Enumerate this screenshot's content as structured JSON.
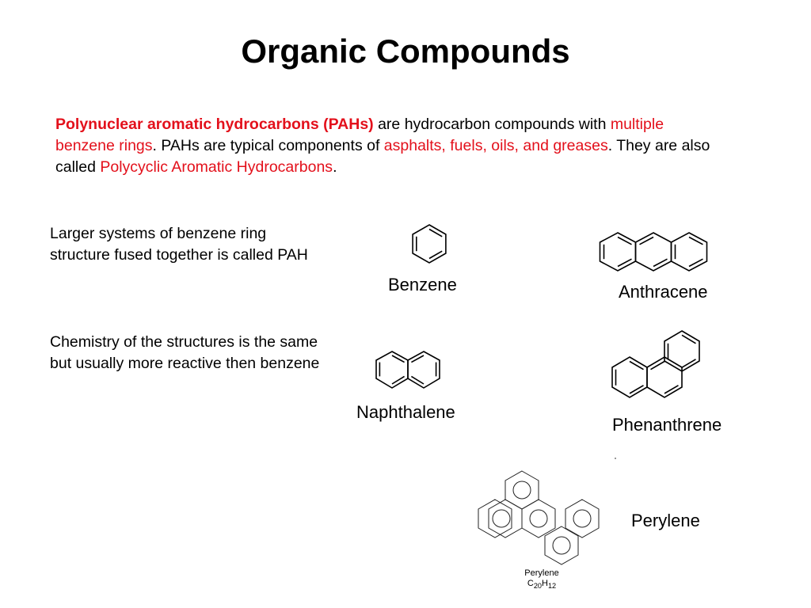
{
  "title": "Organic Compounds",
  "intro": {
    "s1": "Polynuclear aromatic hydrocarbons (PAHs)",
    "s2": " are hydrocarbon compounds with ",
    "s3": "multiple benzene rings",
    "s4": ". PAHs are typical components of ",
    "s5": "asphalts, fuels, oils, and greases",
    "s6": ". They are also called ",
    "s7": "Polycyclic Aromatic Hydrocarbons",
    "s8": "."
  },
  "notes": {
    "larger": "Larger systems of benzene ring structure fused together is called PAH",
    "chemistry": "Chemistry of the structures is the same but usually more reactive then benzene"
  },
  "compounds": {
    "benzene": "Benzene",
    "anthracene": "Anthracene",
    "naphthalene": "Naphthalene",
    "phenanthrene": "Phenanthrene",
    "perylene": "Perylene"
  },
  "perylene_caption": {
    "name": "Perylene",
    "formula_c": "C",
    "formula_c_sub": "20",
    "formula_h": "H",
    "formula_h_sub": "12"
  },
  "colors": {
    "highlight": "#e3101b",
    "text": "#000000"
  }
}
